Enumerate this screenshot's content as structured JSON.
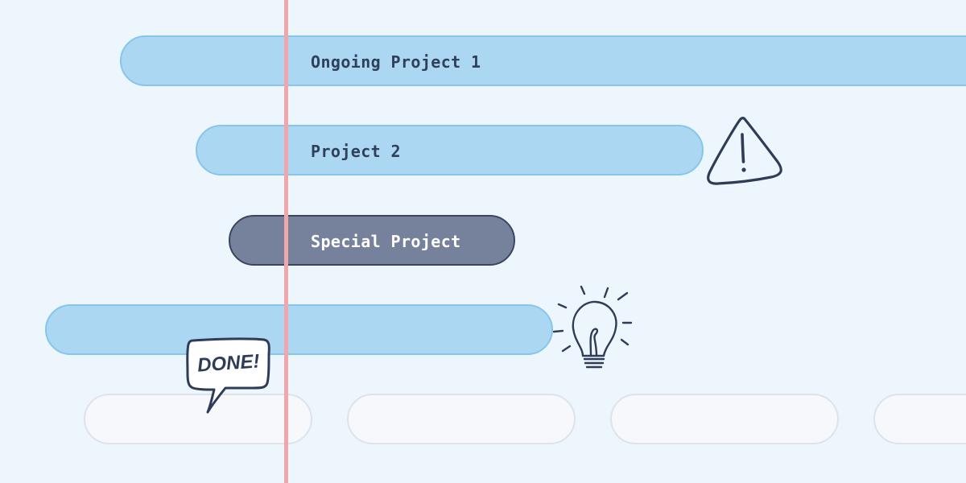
{
  "projects": [
    {
      "label": "Ongoing Project 1"
    },
    {
      "label": "Project 2"
    },
    {
      "label": "Special Project"
    },
    {
      "label": ""
    }
  ],
  "badges": {
    "done": "DONE!"
  },
  "icons": {
    "warning": "warning-triangle-icon",
    "idea": "lightbulb-icon",
    "done": "speech-bubble-icon"
  },
  "colors": {
    "background": "#edf6fd",
    "bar_fill": "#abd7f2",
    "bar_border": "#86c5ec",
    "special_fill": "#76829b",
    "special_border": "#3a4660",
    "placeholder_fill": "#f6f8fb",
    "placeholder_border": "#dde3ea",
    "today_line": "#f1a6ab",
    "ink": "#2f3c58"
  }
}
